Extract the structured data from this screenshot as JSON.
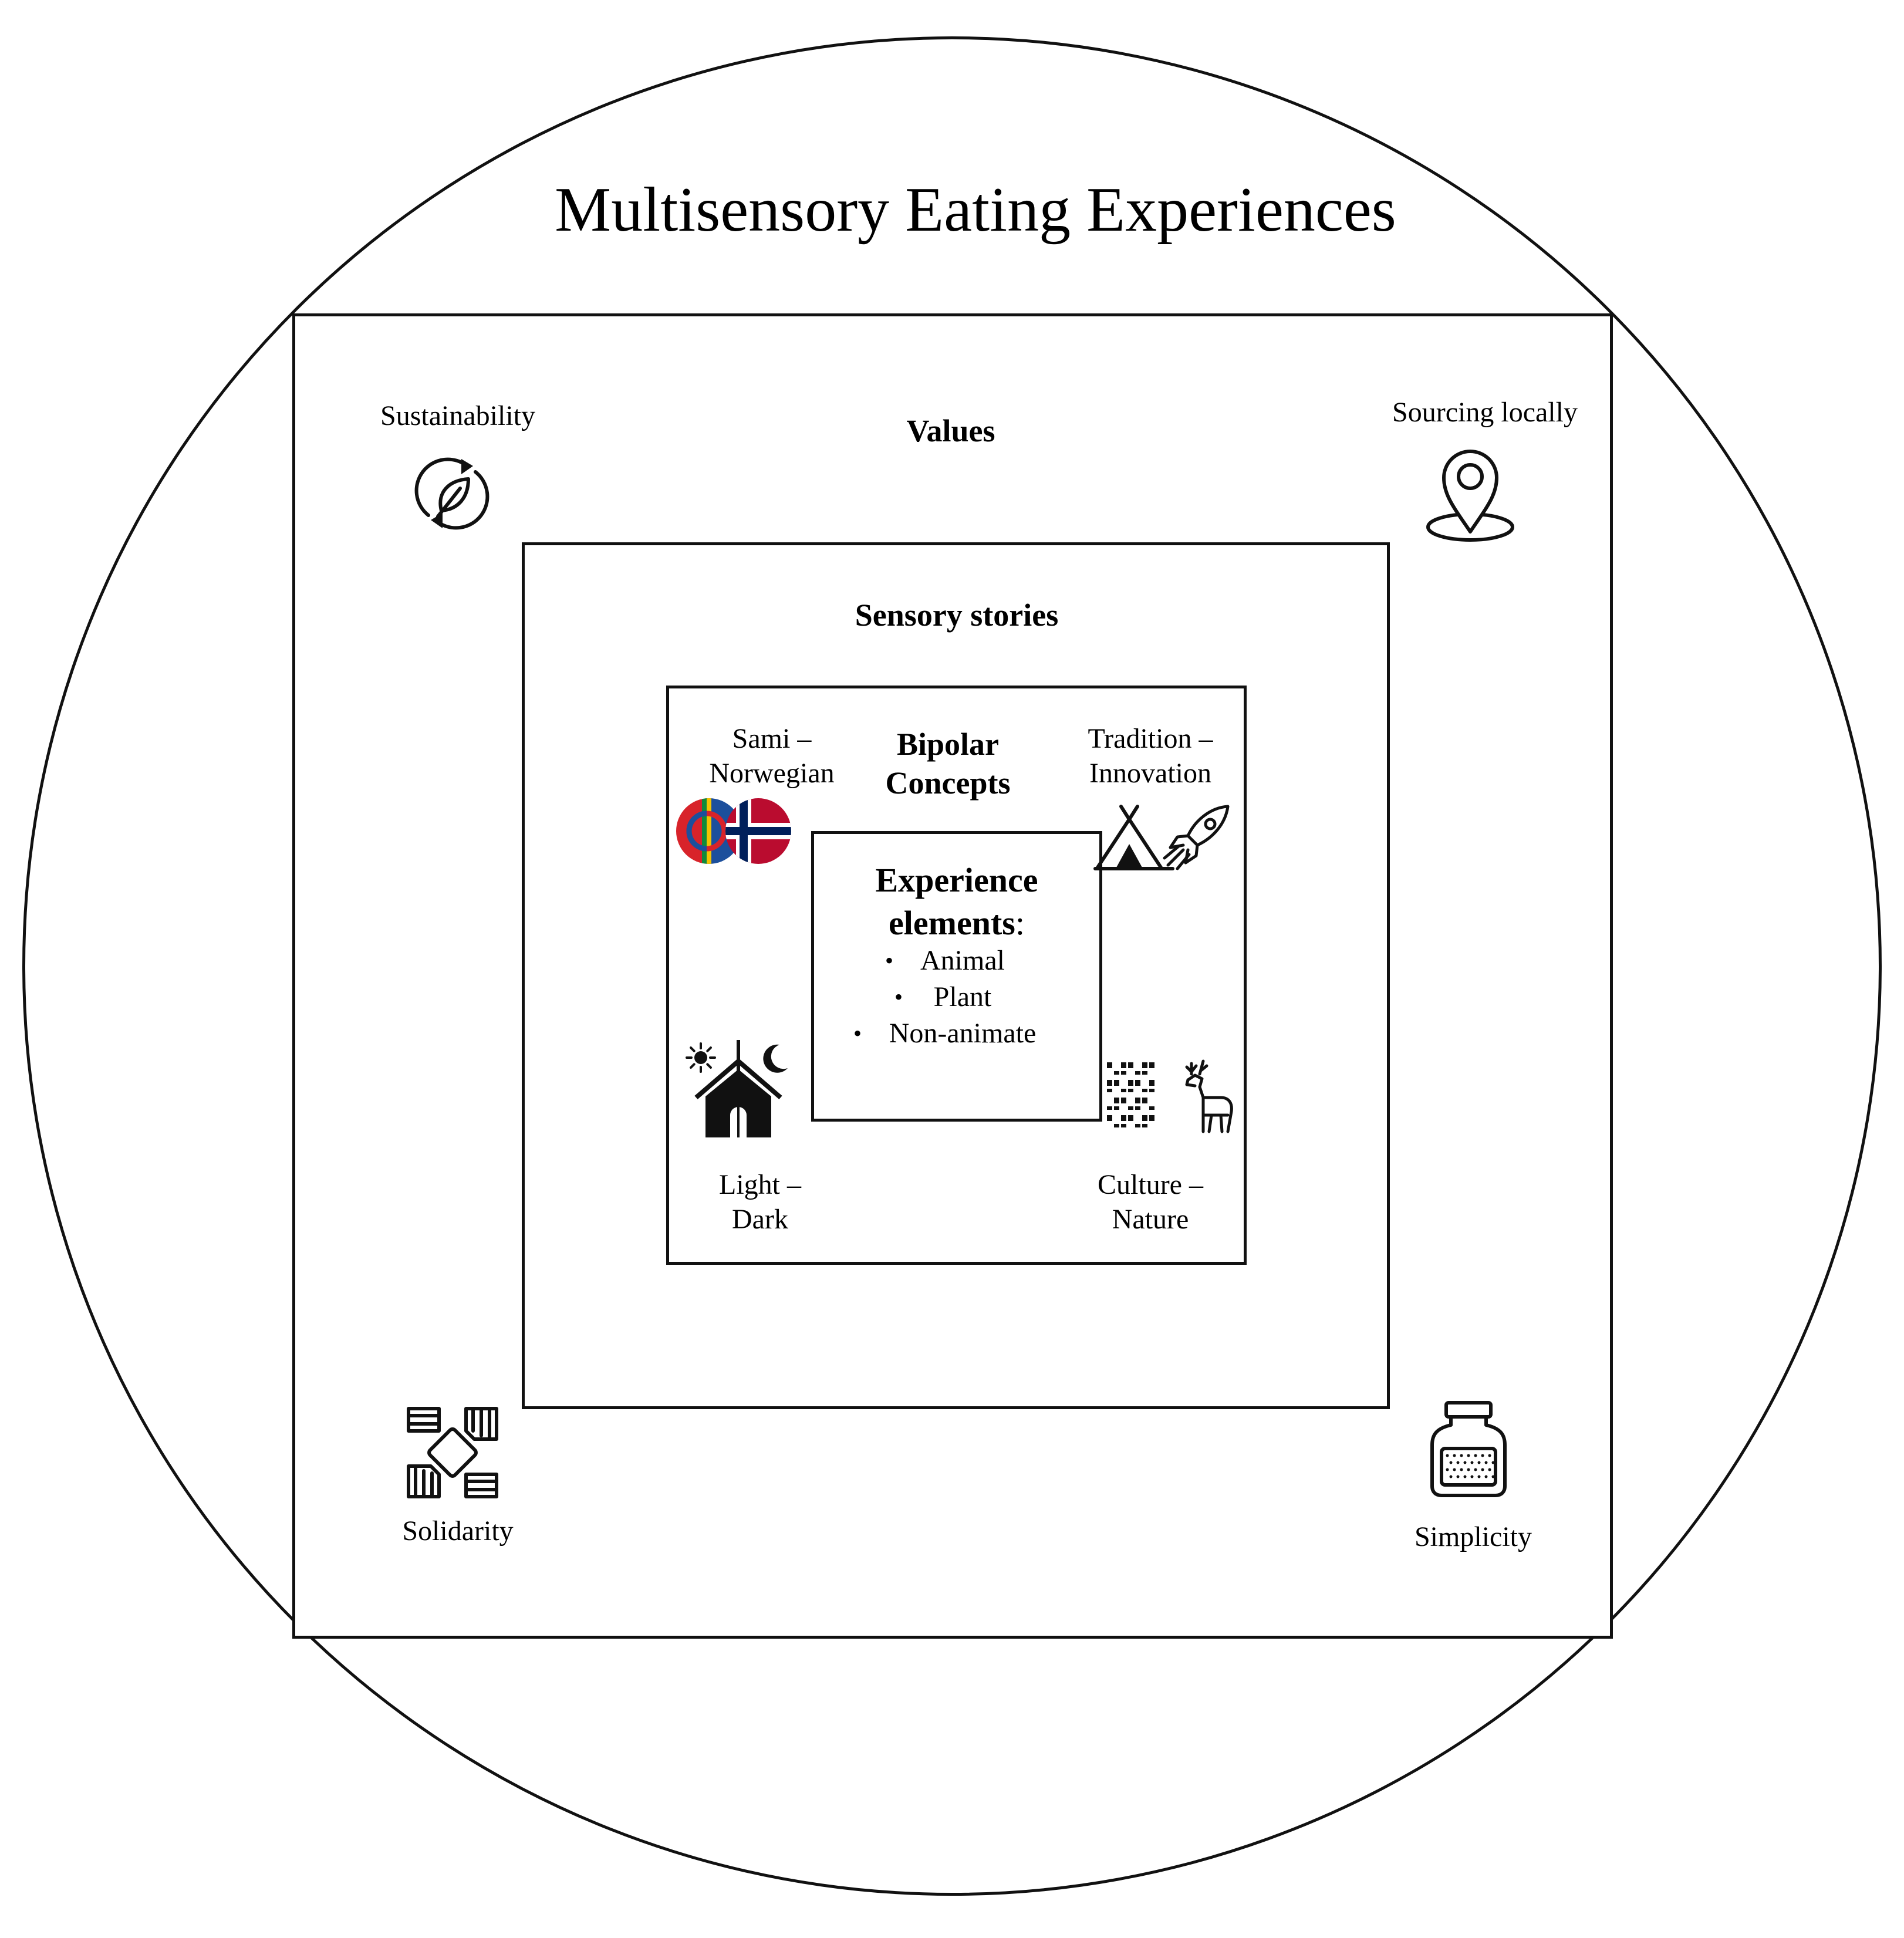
{
  "title": "Multisensory Eating Experiences",
  "values": {
    "heading": "Values",
    "items": [
      {
        "label": "Sustainability",
        "icon": "recycle-leaf-icon"
      },
      {
        "label": "Sourcing locally",
        "icon": "location-pin-icon"
      },
      {
        "label": "Solidarity",
        "icon": "joined-hands-icon"
      },
      {
        "label": "Simplicity",
        "icon": "jar-icon"
      }
    ]
  },
  "sensory_stories": {
    "heading": "Sensory stories"
  },
  "bipolar_concepts": {
    "heading_line1": "Bipolar",
    "heading_line2": "Concepts",
    "pairs": [
      {
        "line1": "Sami –",
        "line2": "Norwegian",
        "icon": "sami-norwegian-flags-icon"
      },
      {
        "line1": "Tradition –",
        "line2": "Innovation",
        "icon": "tent-rocket-icon"
      },
      {
        "line1": "Light –",
        "line2": "Dark",
        "icon": "sun-moon-house-icon"
      },
      {
        "line1": "Culture –",
        "line2": "Nature",
        "icon": "pattern-reindeer-icon"
      }
    ]
  },
  "experience_elements": {
    "heading_line1": "Experience",
    "heading_line2": "elements",
    "colon": ":",
    "bullet": "•",
    "items": [
      "Animal",
      "Plant",
      "Non-animate"
    ]
  },
  "colors": {
    "line": "#111111",
    "sami_red": "#d8232a",
    "sami_blue": "#1c4f9c",
    "sami_green": "#108a3b",
    "sami_yellow": "#f4c300",
    "norway_red": "#ba0c2f",
    "norway_blue": "#00205b"
  }
}
